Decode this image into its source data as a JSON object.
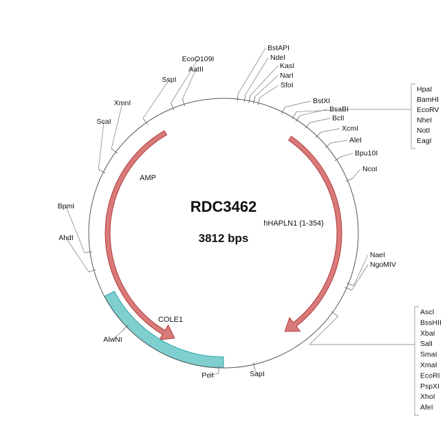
{
  "plasmid": {
    "name": "RDC3462",
    "size_label": "3812 bps",
    "total_bp": 3812
  },
  "colors": {
    "backbone": "#555555",
    "arrow_fill": "#d97a7a",
    "arrow_stroke": "#b03a3a",
    "ori_fill": "#7fcfcf",
    "ori_stroke": "#2fa6a6"
  },
  "features": [
    {
      "id": "amp",
      "label": "AMP",
      "type": "arrow",
      "direction": "ccw",
      "start_deg": -30,
      "end_deg": -155,
      "color": "arrow"
    },
    {
      "id": "hhapln1",
      "label": "hHAPLN1 (1-354)",
      "type": "arrow",
      "direction": "cw",
      "start_deg": 35,
      "end_deg": 148,
      "color": "arrow"
    },
    {
      "id": "cole1",
      "label": "COLE1",
      "type": "box",
      "start_deg": 180,
      "end_deg": 242,
      "color": "ori"
    }
  ],
  "sites": [
    {
      "label": "EcoO109I",
      "deg": -22
    },
    {
      "label": "AatII",
      "deg": -17
    },
    {
      "label": "SspI",
      "deg": -35
    },
    {
      "label": "XmnI",
      "deg": -53
    },
    {
      "label": "ScaI",
      "deg": -63
    },
    {
      "label": "BpmI",
      "deg": -98
    },
    {
      "label": "AhdI",
      "deg": -106
    },
    {
      "label": "AlwNI",
      "deg": -134
    },
    {
      "label": "PciI",
      "deg": 182
    },
    {
      "label": "SapI",
      "deg": 167
    },
    {
      "label": "BstAPI",
      "deg": 6
    },
    {
      "label": "NdeI",
      "deg": 9
    },
    {
      "label": "KasI",
      "deg": 11
    },
    {
      "label": "NarI",
      "deg": 13
    },
    {
      "label": "SfoI",
      "deg": 15
    },
    {
      "label": "BstXI",
      "deg": 26
    },
    {
      "label": "BsaBI",
      "deg": 33
    },
    {
      "label": "BclI",
      "deg": 38
    },
    {
      "label": "XcmI",
      "deg": 44
    },
    {
      "label": "AleI",
      "deg": 50
    },
    {
      "label": "Bpu10I",
      "deg": 57
    },
    {
      "label": "NcoI",
      "deg": 67
    },
    {
      "label": "NaeI",
      "deg": 112
    },
    {
      "label": "NgoMIV",
      "deg": 114
    }
  ],
  "clusters": [
    {
      "deg": 31,
      "labels": [
        "HpaI",
        "BamHI",
        "EcoRV",
        "NheI",
        "NotI",
        "EagI"
      ]
    },
    {
      "deg": 126,
      "labels": [
        "AscI",
        "BssHII",
        "XbaI",
        "SalI",
        "SmaI",
        "XmaI",
        "EcoRI",
        "PspXI",
        "XhoI",
        "AfeI"
      ]
    }
  ]
}
